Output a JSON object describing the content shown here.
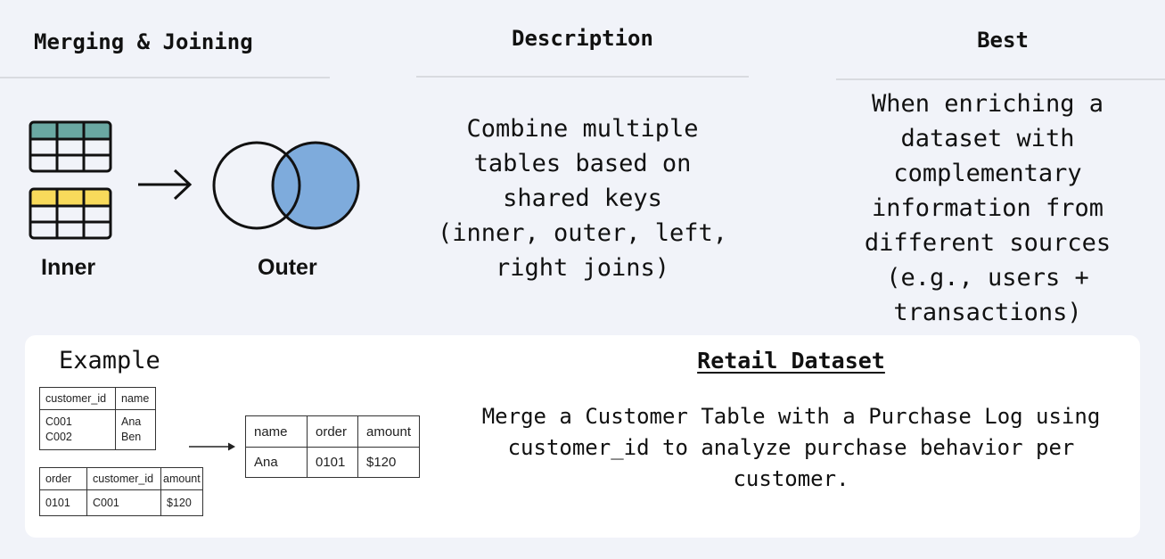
{
  "headers": {
    "col1": "Merging & Joining",
    "col2": "Description",
    "col3": "Best"
  },
  "icons": {
    "table_top_color": "#6aa8a2",
    "table_bottom_color": "#f8da5b",
    "venn_fill_color": "#7eabdc",
    "label_inner": "Inner",
    "label_outer": "Outer"
  },
  "description": "Combine multiple\ntables based on\nshared keys\n(inner, outer, left,\nright joins)",
  "best": "When enriching a\ndataset with\ncomplementary\ninformation from\ndifferent sources\n(e.g., users +\ntransactions)",
  "example": {
    "label": "Example",
    "title": "Retail Dataset",
    "text": "Merge a Customer Table with a Purchase Log using\ncustomer_id to analyze purchase behavior per\ncustomer.",
    "customers": {
      "headers": [
        "customer_id",
        "name"
      ],
      "row": [
        "C001\nC002",
        "Ana\nBen"
      ]
    },
    "purchases": {
      "headers": [
        "order",
        "customer_id",
        "amount"
      ],
      "row": [
        "0101",
        "C001",
        "$120"
      ]
    },
    "result": {
      "headers": [
        "name",
        "order",
        "amount"
      ],
      "row": [
        "Ana",
        "0101",
        "$120"
      ]
    }
  }
}
